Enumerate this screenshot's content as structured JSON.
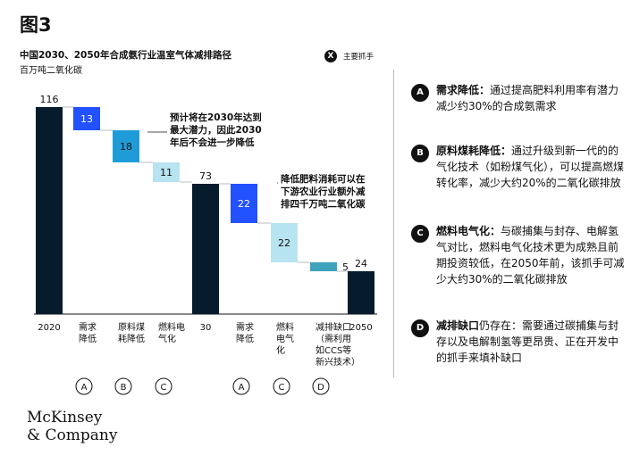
{
  "figure_label": "图3",
  "legend": {
    "badge": "X",
    "text": "主要抓手"
  },
  "levers": [
    {
      "badge": "A",
      "head": "需求降低：",
      "text": "通过提高肥料利用率有潜力减少约30%的合成氨需求"
    },
    {
      "badge": "B",
      "head": "原料煤耗降低：",
      "text": "通过升级到新一代的的气化技术（如粉煤气化），可以提高燃煤转化率，减少大约20%的二氧化碳排放"
    },
    {
      "badge": "C",
      "head": "燃料电气化：",
      "text": "与碳捕集与封存、电解氢气对比，燃料电气化技术更为成熟且前期投资较低，在2050年前，该抓手可减少大约30%的二氧化碳排放"
    },
    {
      "badge": "D",
      "head": "减排缺口",
      "text": "仍存在：需要通过碳捕集与封存以及电解制氢等更昂贵、正在开发中的抓手来填补缺口"
    }
  ],
  "brand": {
    "line1": "McKinsey",
    "line2": "& Company"
  },
  "chart_data": {
    "type": "bar",
    "subtype": "waterfall",
    "title": "中国2030、2050年合成氨行业温室气体减排路径",
    "unit_label": "百万吨二氧化碳",
    "ylim": [
      0,
      120
    ],
    "colors": {
      "total": "#061c2c",
      "A": "#2251ff",
      "B": "#1f9cd8",
      "C": "#b8e3f1",
      "D": "#3ea2bd"
    },
    "steps": [
      {
        "category": "2020",
        "kind": "total",
        "value": 116,
        "lever": ""
      },
      {
        "category": "需求\n降低",
        "kind": "delta",
        "value": 13,
        "lever": "A"
      },
      {
        "category": "原料煤\n耗降低",
        "kind": "delta",
        "value": 18,
        "lever": "B"
      },
      {
        "category": "燃料电\n气化",
        "kind": "delta",
        "value": 11,
        "lever": "C"
      },
      {
        "category": "30",
        "kind": "total",
        "value": 73,
        "lever": ""
      },
      {
        "category": "需求\n降低",
        "kind": "delta",
        "value": 22,
        "lever": "A"
      },
      {
        "category": "燃料\n电气\n化",
        "kind": "delta",
        "value": 22,
        "lever": "C"
      },
      {
        "category": "减排缺口\n（需利用\n如CCS等\n新兴技术）",
        "kind": "delta",
        "value": 5,
        "lever": "D"
      },
      {
        "category": "2050",
        "kind": "total",
        "value": 24,
        "lever": ""
      }
    ],
    "annotations": [
      {
        "after_step": 2,
        "text": "预计将在2030年达到\n最大潜力，因此2030\n年后不会进一步降低"
      },
      {
        "after_step": 5,
        "text": "降低肥料消耗可以在\n下游农业行业额外减\n排四千万吨二氧化碳"
      }
    ]
  }
}
